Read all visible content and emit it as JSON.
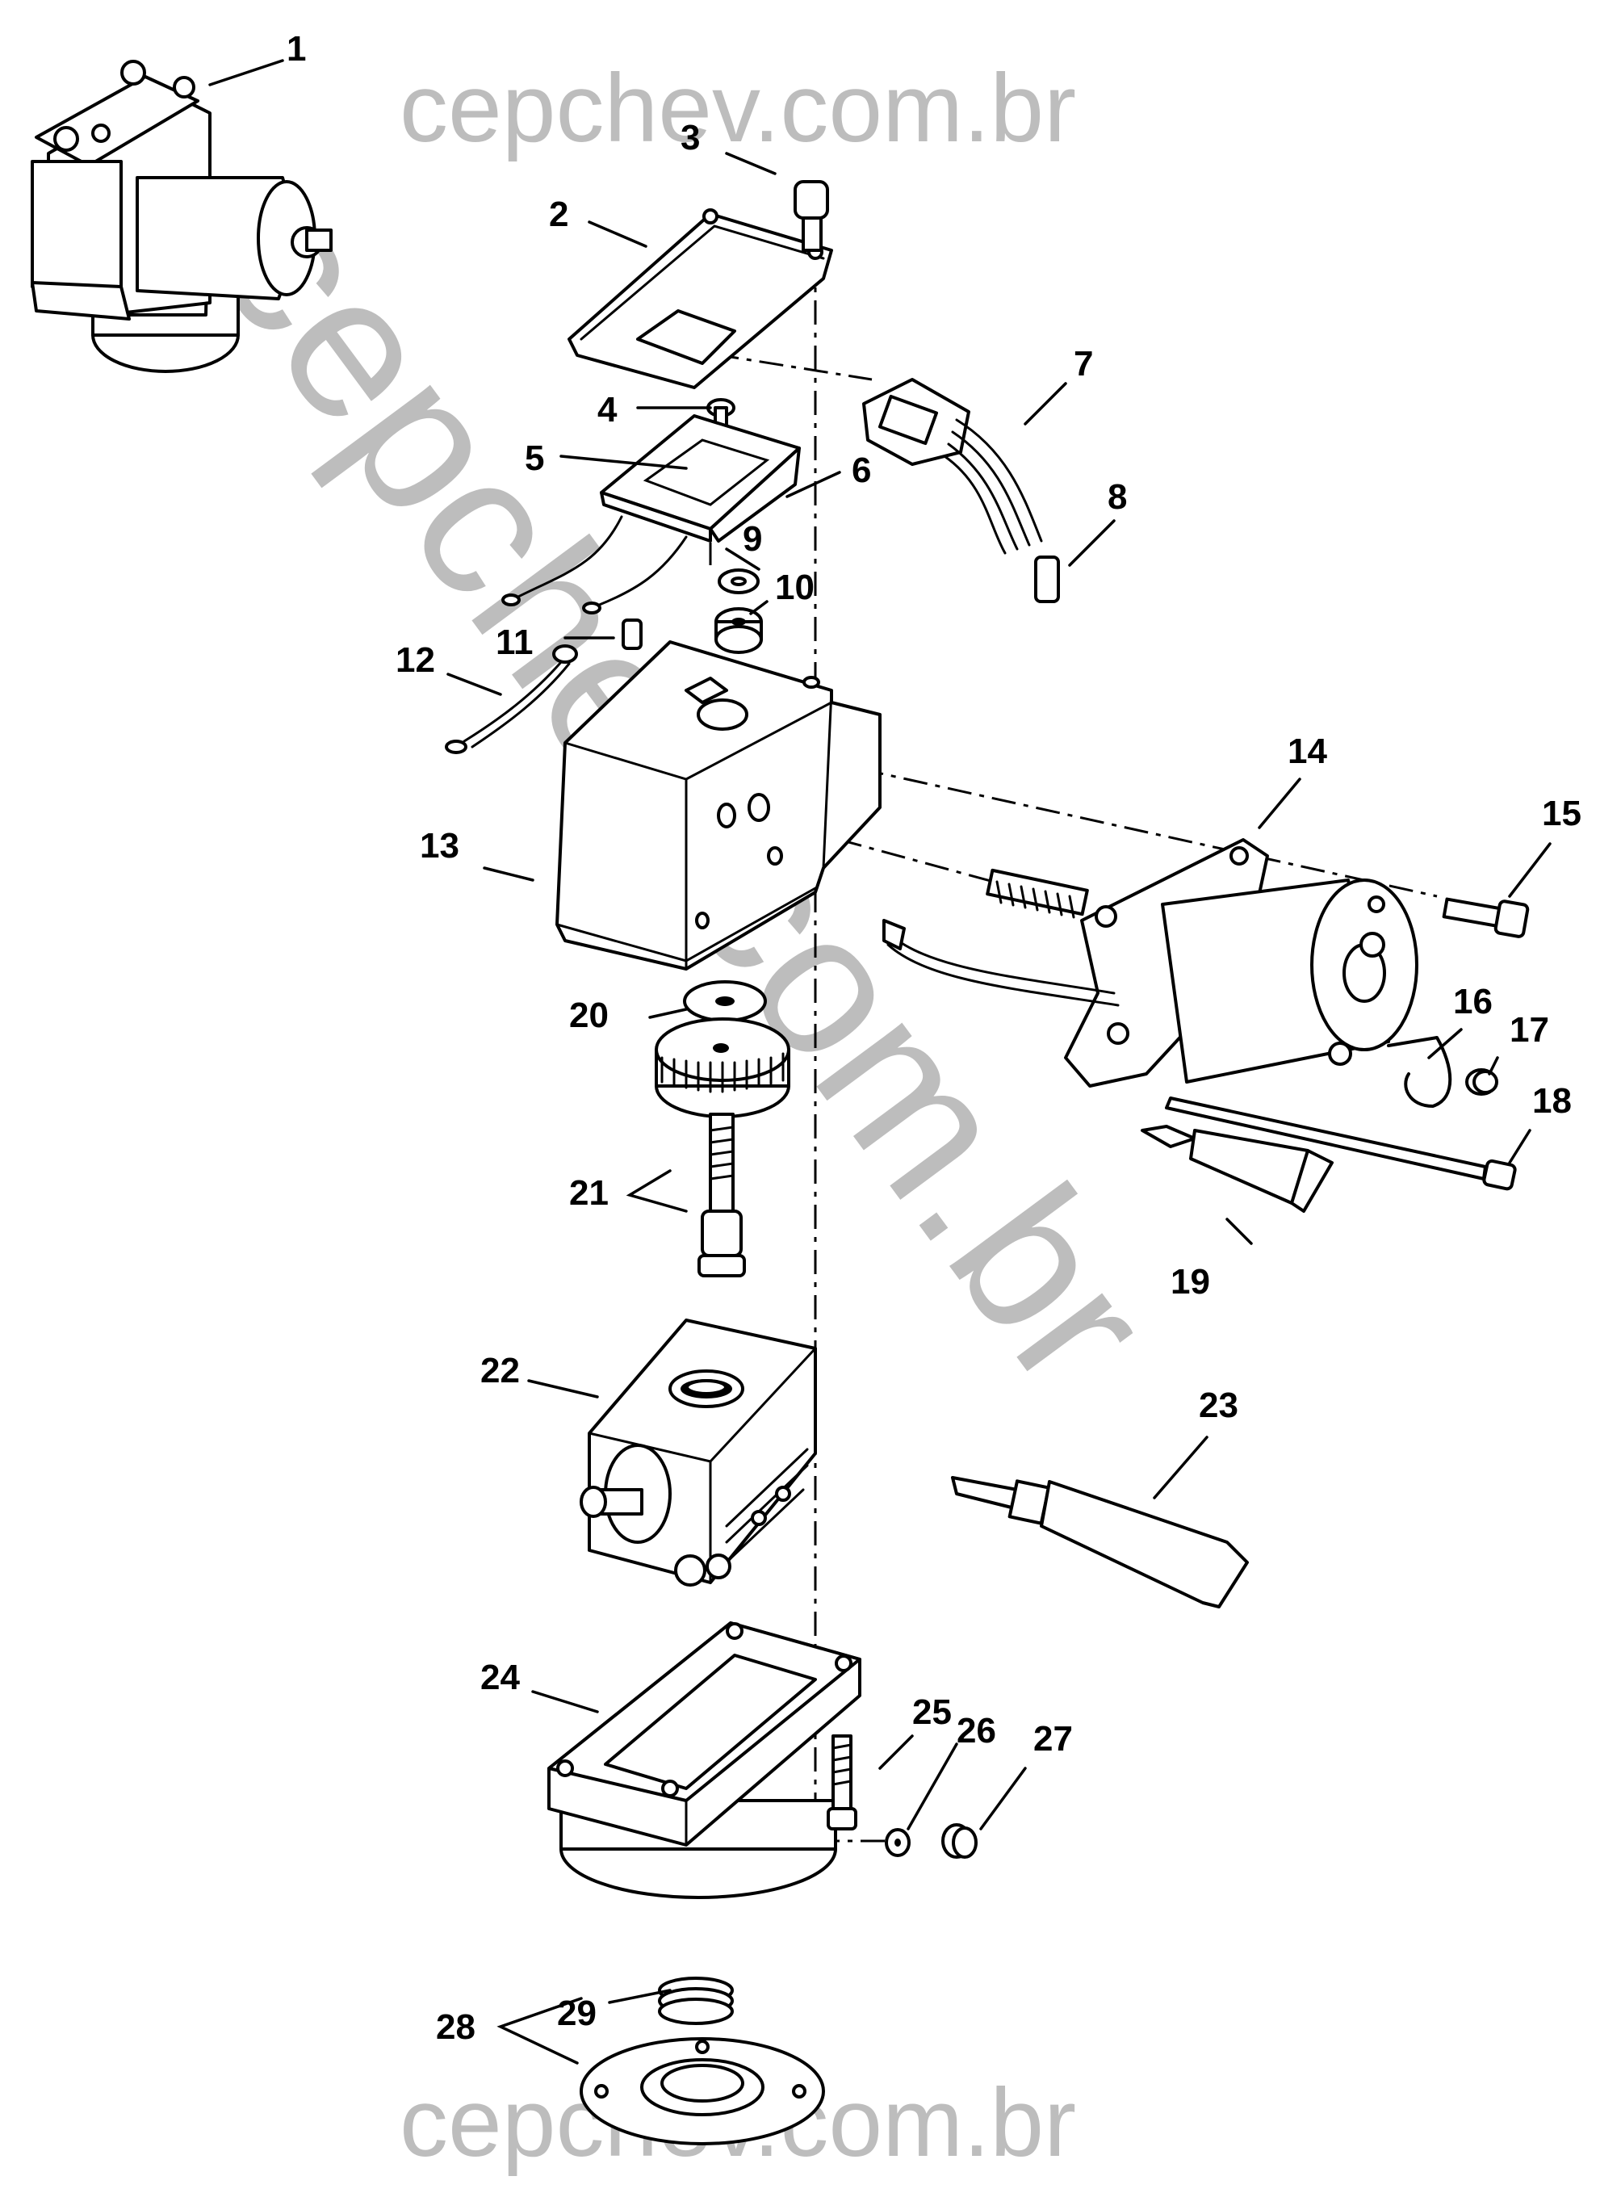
{
  "watermark": {
    "top": "cepchev.com.br",
    "diagonal": "cepchev.com.br",
    "bottom": "cepchev.com.br",
    "color": "#bdbdbd"
  },
  "callouts": [
    "1",
    "2",
    "3",
    "4",
    "5",
    "6",
    "7",
    "8",
    "9",
    "10",
    "11",
    "12",
    "13",
    "14",
    "15",
    "16",
    "17",
    "18",
    "19",
    "20",
    "21",
    "22",
    "23",
    "24",
    "25",
    "26",
    "27",
    "28",
    "29"
  ]
}
